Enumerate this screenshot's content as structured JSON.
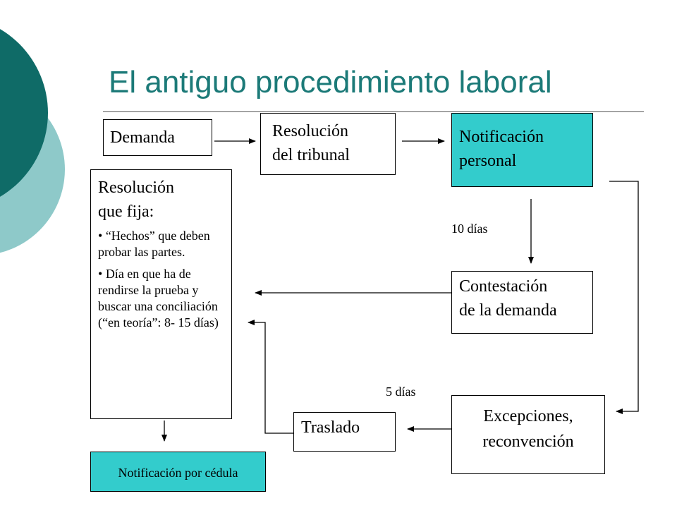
{
  "slide": {
    "title": "El antiguo procedimiento laboral",
    "colors": {
      "title": "#1c7a78",
      "teal_fill": "#33cccc",
      "circle_dark": "#0f6b67",
      "circle_light": "#8ec9c9"
    }
  },
  "boxes": {
    "demanda": "Demanda",
    "resolucion_line1": "Resolución",
    "resolucion_line2": "del tribunal",
    "notificacion_line1": "Notificación",
    "notificacion_line2": "personal",
    "contestacion_line1": "Contestación",
    "contestacion_line2": "de la demanda",
    "excepciones_line1": "Excepciones,",
    "excepciones_line2": "reconvención",
    "traslado": "Traslado",
    "notificacion_cedula": "Notificación por cédula",
    "resolucion_fija": {
      "heading_line1": "Resolución",
      "heading_line2": "que fija:",
      "bullets": [
        "“Hechos” que deben probar las partes.",
        "Día en que ha de rendirse la prueba y buscar una conciliación (“en teoría”: 8- 15 días)"
      ]
    }
  },
  "labels": {
    "diez_dias": "10 días",
    "cinco_dias": "5 días"
  }
}
